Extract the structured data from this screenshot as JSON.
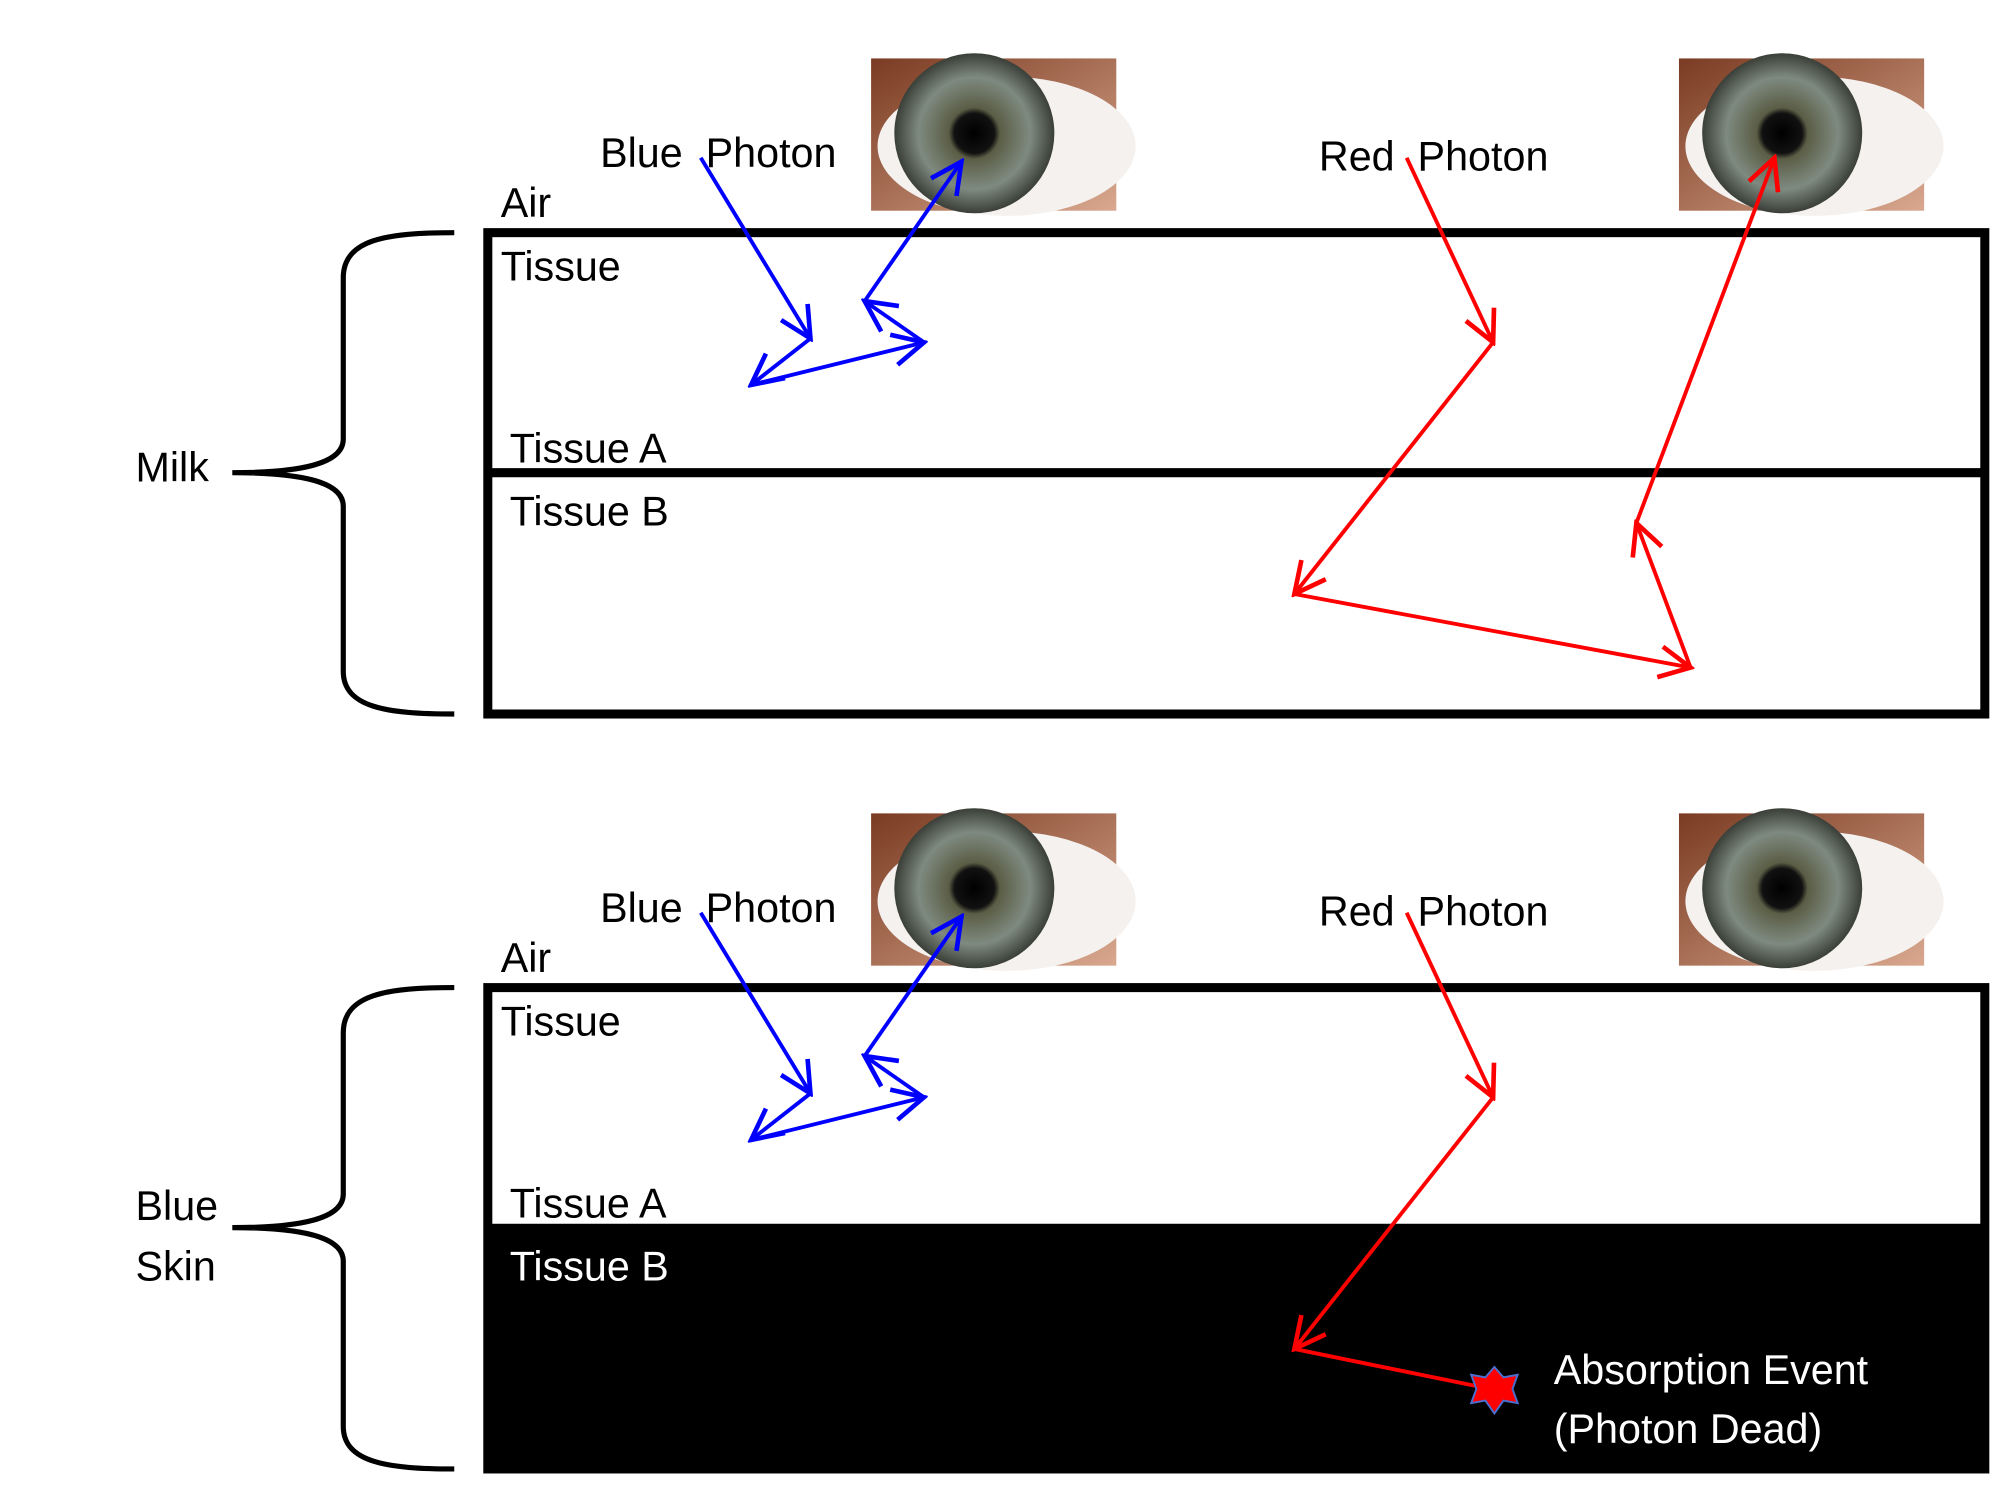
{
  "colors": {
    "blue_photon": "#0000ff",
    "red_photon": "#ff0000",
    "absorbing_layer": "#000000",
    "absorption_star": "#ff0000"
  },
  "panels": [
    {
      "group_label_lines": [
        "Milk"
      ],
      "blue_photon_label": "Blue  Photon",
      "red_photon_label": "Red  Photon",
      "air_label": "Air",
      "tissue_label": "Tissue",
      "tissue_a_label": "Tissue A",
      "tissue_b_label": "Tissue B",
      "tissue_b_absorbing": false
    },
    {
      "group_label_lines": [
        "Blue",
        "Skin"
      ],
      "blue_photon_label": "Blue  Photon",
      "red_photon_label": "Red  Photon",
      "air_label": "Air",
      "tissue_label": "Tissue",
      "tissue_a_label": "Tissue A",
      "tissue_b_label": "Tissue B",
      "tissue_b_absorbing": true,
      "absorption_label_lines": [
        "Absorption Event",
        "(Photon Dead)"
      ]
    }
  ],
  "icons": [
    "eye-image",
    "brace-icon",
    "star-burst-icon"
  ]
}
